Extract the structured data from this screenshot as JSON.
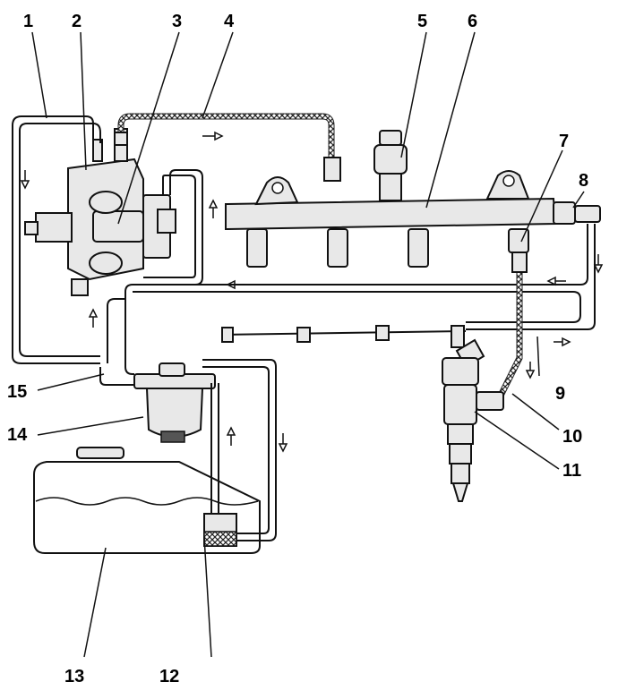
{
  "callouts": [
    "1",
    "2",
    "3",
    "4",
    "5",
    "6",
    "7",
    "8",
    "9",
    "10",
    "11",
    "12",
    "13",
    "14",
    "15"
  ],
  "colors": {
    "line": "#111111",
    "part_fill": "#e8e8e8",
    "braided": "#555555",
    "background": "#ffffff"
  }
}
